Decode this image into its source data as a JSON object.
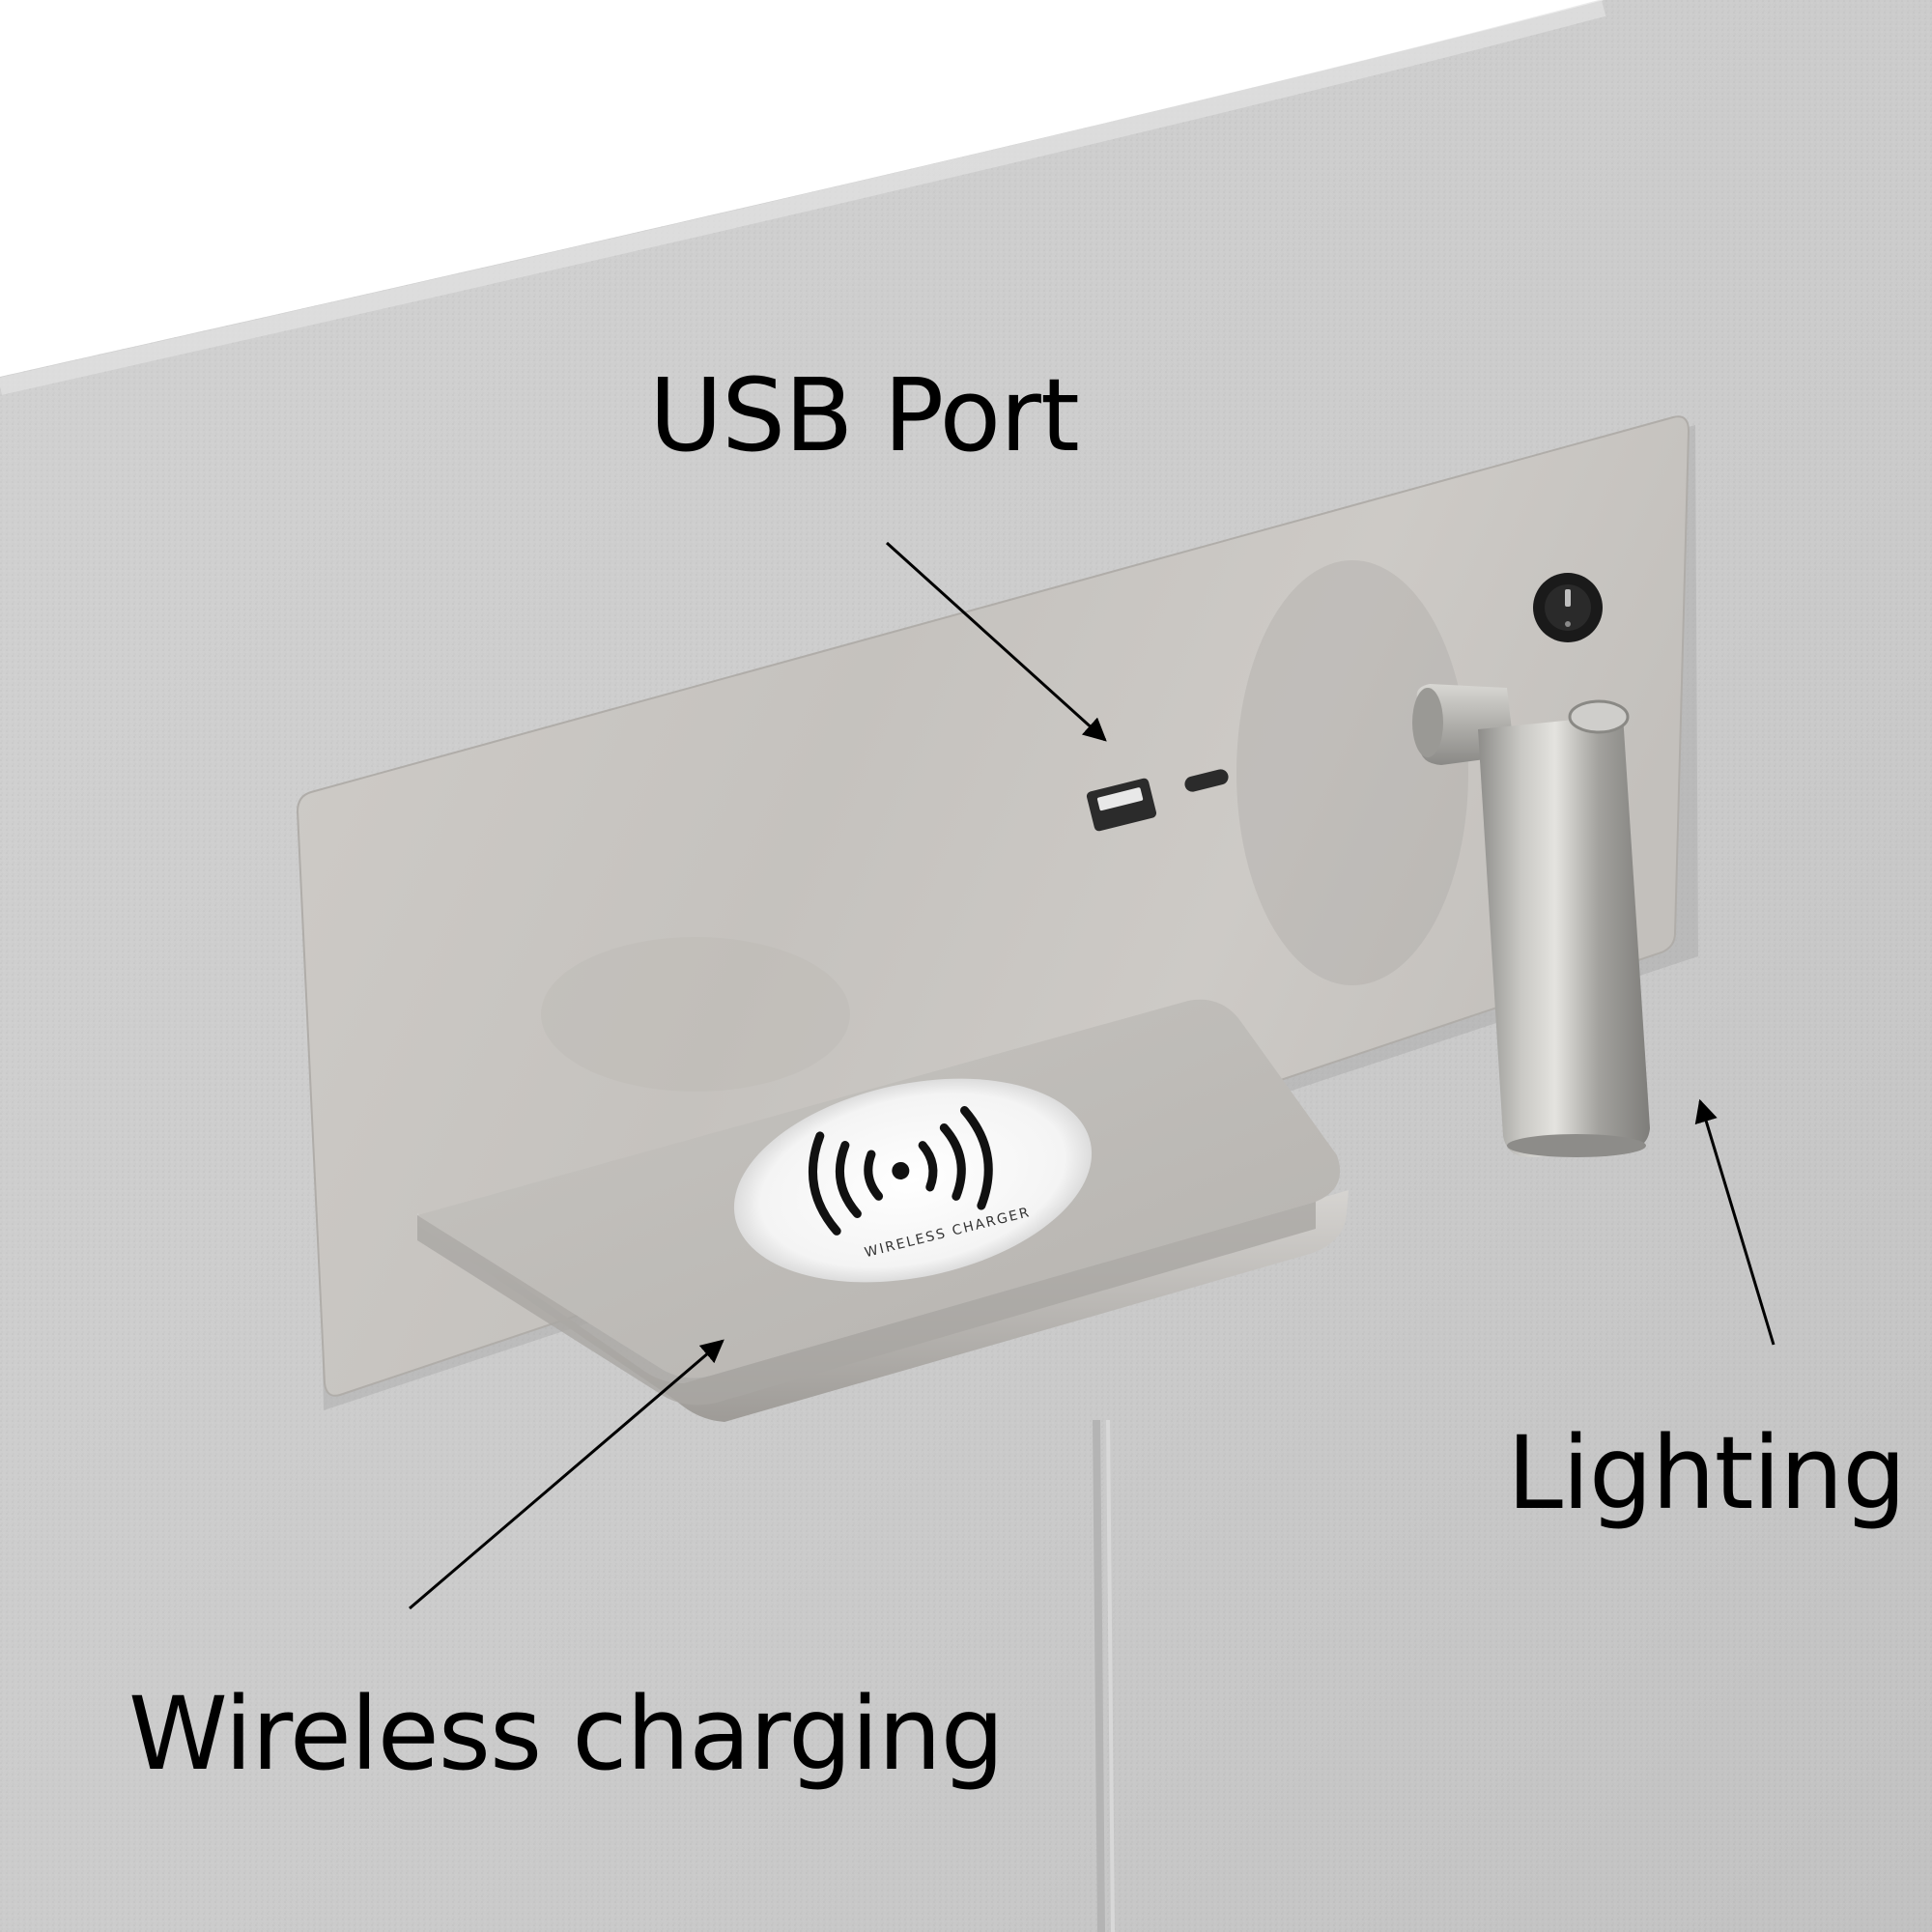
{
  "labels": {
    "usb_port": "USB Port",
    "lighting": "Lighting",
    "wireless_charging": "Wireless charging"
  },
  "charger_pad": {
    "text": "WIRELESS CHARGER"
  },
  "colors": {
    "fabric": "#cfcfcf",
    "fabric_dark": "#bdbdbd",
    "metal_plate": "#c9c6c2",
    "metal_shelf": "#bcbab6",
    "lamp_chrome": "#a9a8a4",
    "switch": "#1a1a1a",
    "label_text": "#000000",
    "charger_disc": "#f7f7f7"
  },
  "icons": [
    "wireless-signal-icon",
    "rocker-switch-icon",
    "usb-a-port-icon",
    "usb-c-port-icon"
  ]
}
